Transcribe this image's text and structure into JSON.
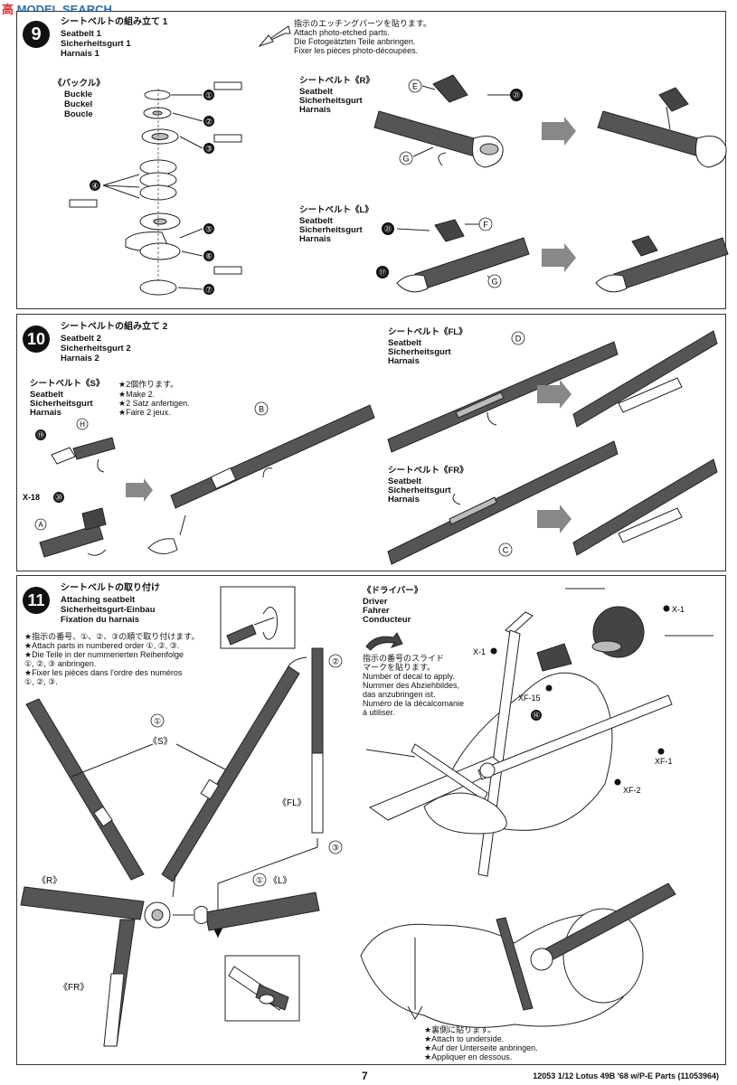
{
  "watermark": {
    "logo": "高",
    "text": "MODEL SEARCH"
  },
  "step9": {
    "number": "9",
    "title_jp": "シートベルトの組み立て 1",
    "title_en": "Seatbelt 1",
    "title_de": "Sicherheitsgurt 1",
    "title_fr": "Harnais 1",
    "pe_note": [
      "指示のエッチングパーツを貼ります。",
      "Attach photo-etched parts.",
      "Die Fotogeätzten Teile anbringen.",
      "Fixer les pièces photo-découpées."
    ],
    "buckle": [
      "《バックル》",
      "Buckle",
      "Buckel",
      "Boucle"
    ],
    "belt_r": [
      "シートベルト《R》",
      "Seatbelt",
      "Sicherheitsgurt",
      "Harnais"
    ],
    "belt_l": [
      "シートベルト《L》",
      "Seatbelt",
      "Sicherheitsgurt",
      "Harnais"
    ],
    "parts": [
      "①",
      "②",
      "③",
      "④",
      "⑤",
      "⑥",
      "⑦"
    ],
    "labels": {
      "e": "E",
      "g": "G",
      "f": "F",
      "n21": "㉑",
      "n17": "⑰"
    }
  },
  "step10": {
    "number": "10",
    "title_jp": "シートベルトの組み立て 2",
    "title_en": "Seatbelt 2",
    "title_de": "Sicherheitsgurt 2",
    "title_fr": "Harnais 2",
    "belt_s": [
      "シートベルト《S》",
      "Seatbelt",
      "Sicherheitsgurt",
      "Harnais"
    ],
    "make2": [
      "★2個作ります。",
      "★Make 2.",
      "★2 Satz anfertigen.",
      "★Faire 2 jeux."
    ],
    "belt_fl": [
      "シートベルト《FL》",
      "Seatbelt",
      "Sicherheitsgurt",
      "Harnais"
    ],
    "belt_fr": [
      "シートベルト《FR》",
      "Seatbelt",
      "Sicherheitsgurt",
      "Harnais"
    ],
    "labels": {
      "h": "H",
      "n19": "⑲",
      "x18": "X-18",
      "n20": "⑳",
      "a": "A",
      "b": "B",
      "c": "C",
      "d": "D"
    }
  },
  "step11": {
    "number": "11",
    "title_jp": "シートベルトの取り付け",
    "title_en": "Attaching seatbelt",
    "title_de": "Sicherheitsgurt-Einbau",
    "title_fr": "Fixation du harnais",
    "order_note": [
      "★指示の番号、①、②、③の順で取り付けます。",
      "★Attach parts in numbered order ①, ②, ③.",
      "★Die Teile in der nummerierten Reihenfolge",
      "①, ②, ③ anbringen.",
      "★Fixer les pièces dans l'ordre des numéros",
      "①, ②, ③."
    ],
    "driver": [
      "《ドライバー》",
      "Driver",
      "Fahrer",
      "Conducteur"
    ],
    "decal_note": [
      "指示の番号のスライド",
      "マークを貼ります。",
      "Number of decal to apply.",
      "Nummer des Abziehbildes,",
      "das anzubringen ist.",
      "Numéro de la décalcomanie",
      "à utiliser."
    ],
    "underside_note": [
      "★裏側に貼ります。",
      "★Attach to underside.",
      "★Auf der Unterseite anbringen.",
      "★Appliquer en dessous."
    ],
    "labels": {
      "n1": "①",
      "n2": "②",
      "n3": "③",
      "s": "《S》",
      "fl": "《FL》",
      "r": "《R》",
      "l": "《L》",
      "fr": "《FR》",
      "x1a": "X-1",
      "x1b": "X-1",
      "xf15": "XF-15",
      "n16": "⑯",
      "xf1": "XF-1",
      "xf2": "XF-2"
    }
  },
  "footer": {
    "page": "7",
    "info": "12053 1/12 Lotus 49B '68 w/P-E Parts (11053964)"
  }
}
